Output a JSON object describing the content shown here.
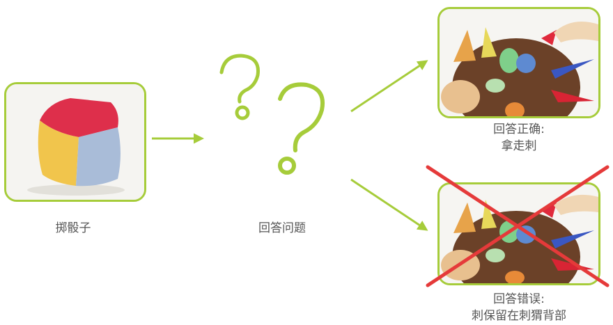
{
  "steps": {
    "roll_dice": {
      "label": "掷骰子"
    },
    "answer_question": {
      "label": "回答问题"
    },
    "correct": {
      "line1": "回答正确:",
      "line2": "拿走刺"
    },
    "wrong": {
      "line1": "回答错误:",
      "line2": "刺保留在刺猬背部"
    }
  },
  "colors": {
    "accent": "#a6cc3a",
    "cross": "#e53a3a",
    "text": "#555555"
  },
  "icons": [
    "question-mark-icon",
    "arrow-icon",
    "cross-icon"
  ]
}
